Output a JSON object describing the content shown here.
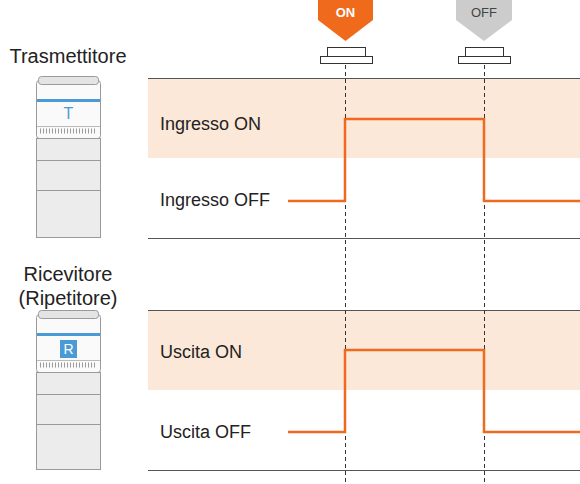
{
  "diagram": {
    "nodes": [
      {
        "text": [
          "ON"
        ]
      },
      {
        "text": [
          "OFF"
        ]
      },
      {
        "text": [
          "Trasmettitore",
          "T"
        ]
      },
      {
        "text": [
          "Ingresso ON"
        ]
      },
      {
        "text": [
          "Ricevitore (Ripetitore)"
        ]
      },
      {
        "text": [
          "R"
        ],
        "in": 4
      },
      {
        "text": [
          "Uscita ON"
        ]
      }
    ],
    "labels": [
      "Ingresso OFF",
      "Uscita OFF"
    ]
  }
}
